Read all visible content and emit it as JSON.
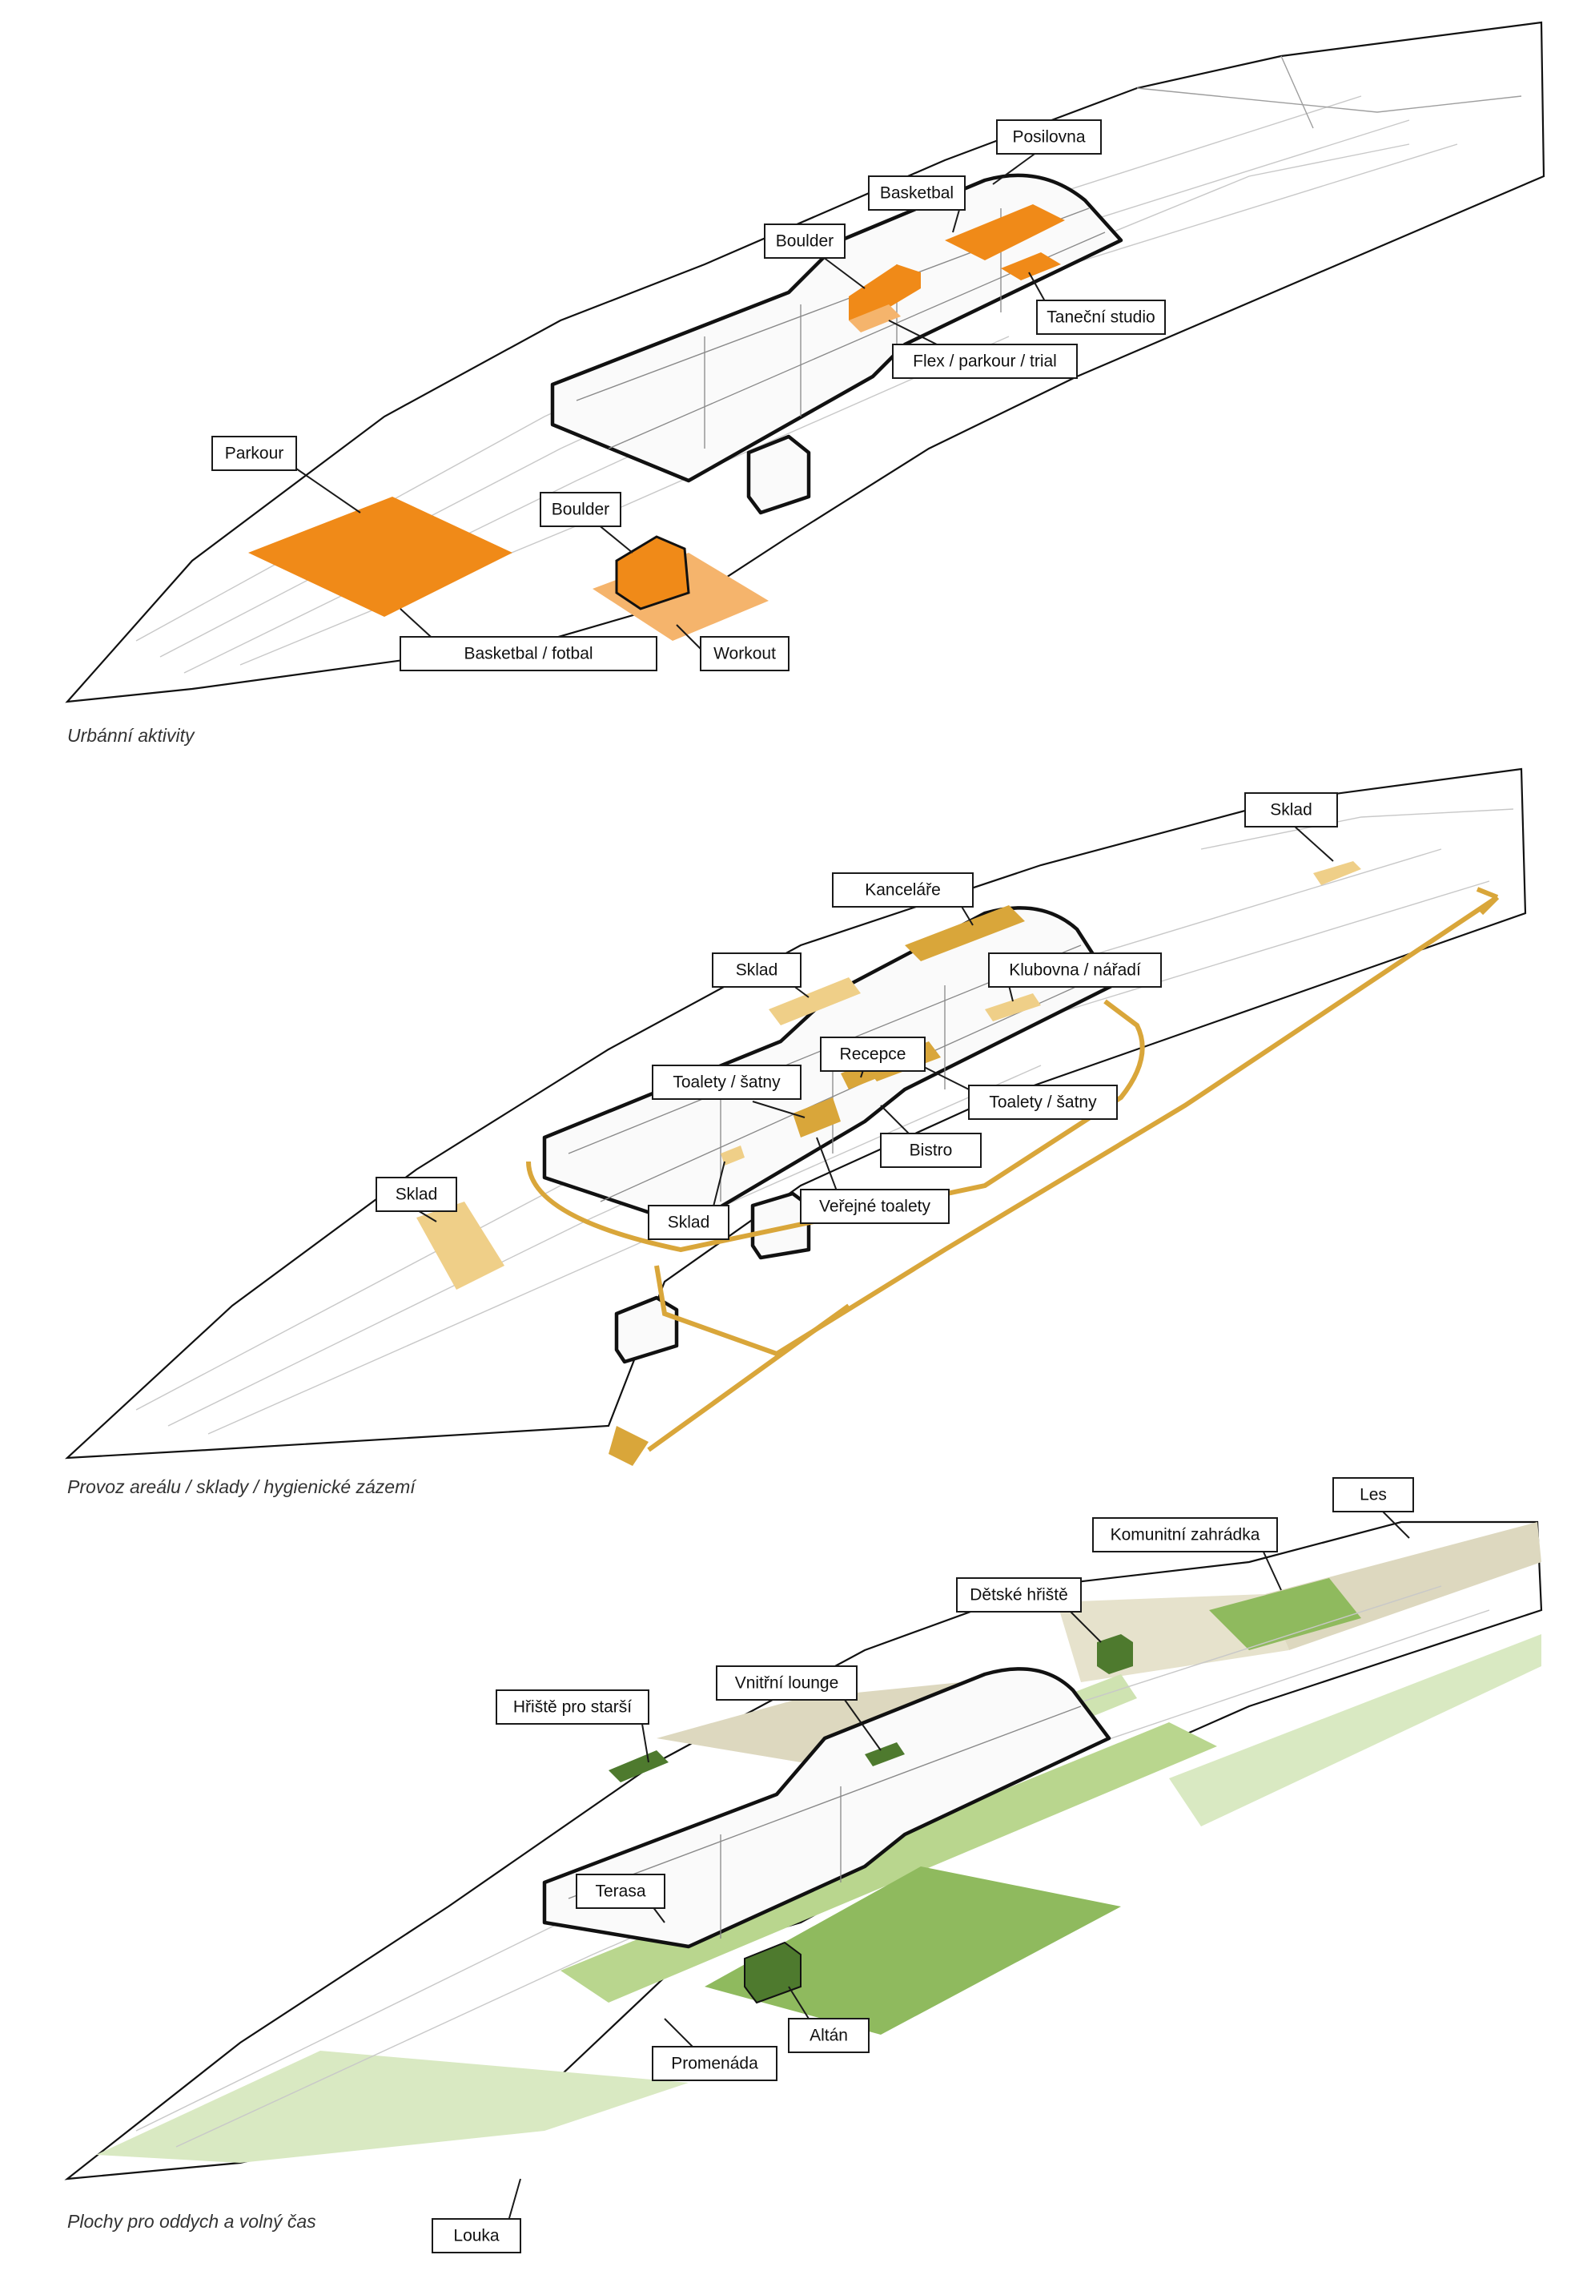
{
  "panels": [
    {
      "caption": "Urbánní aktivity",
      "labels": [
        "Posilovna",
        "Basketbal",
        "Boulder",
        "Taneční studio",
        "Flex / parkour / trial",
        "Parkour",
        "Boulder",
        "Basketbal / fotbal",
        "Workout"
      ]
    },
    {
      "caption": "Provoz areálu / sklady / hygienické zázemí",
      "labels": [
        "Sklad",
        "Kanceláře",
        "Sklad",
        "Klubovna / nářadí",
        "Recepce",
        "Toalety / šatny",
        "Toalety / šatny",
        "Bistro",
        "Sklad",
        "Sklad",
        "Veřejné toalety"
      ]
    },
    {
      "caption": "Plochy pro oddych a volný čas",
      "labels": [
        "Les",
        "Komunitní zahrádka",
        "Dětské hřiště",
        "Vnitřní lounge",
        "Hřiště pro starší",
        "Terasa",
        "Altán",
        "Promenáda",
        "Louka"
      ]
    }
  ],
  "colors": {
    "orange": "#f08a18",
    "light_orange": "#f5b46c",
    "gold": "#d9a63a",
    "light_gold": "#efcf88",
    "dark_green": "#4e7a2e",
    "mid_green": "#8fba5e",
    "light_green": "#d9e9c2",
    "khaki": "#ddd8bf"
  }
}
